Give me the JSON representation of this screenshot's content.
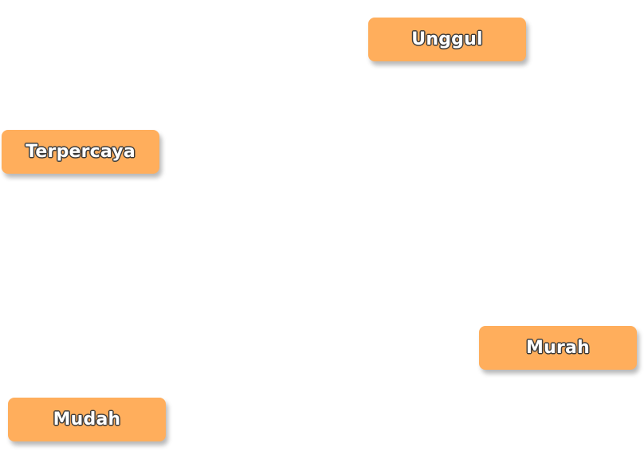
{
  "tags": {
    "unggul": "Unggul",
    "terpercaya": "Terpercaya",
    "murah": "Murah",
    "mudah": "Mudah"
  },
  "colors": {
    "tag_background": "#ffae5c",
    "tag_text": "#ffffff",
    "tag_text_outline": "#3a3a3a",
    "page_background": "#ffffff"
  }
}
